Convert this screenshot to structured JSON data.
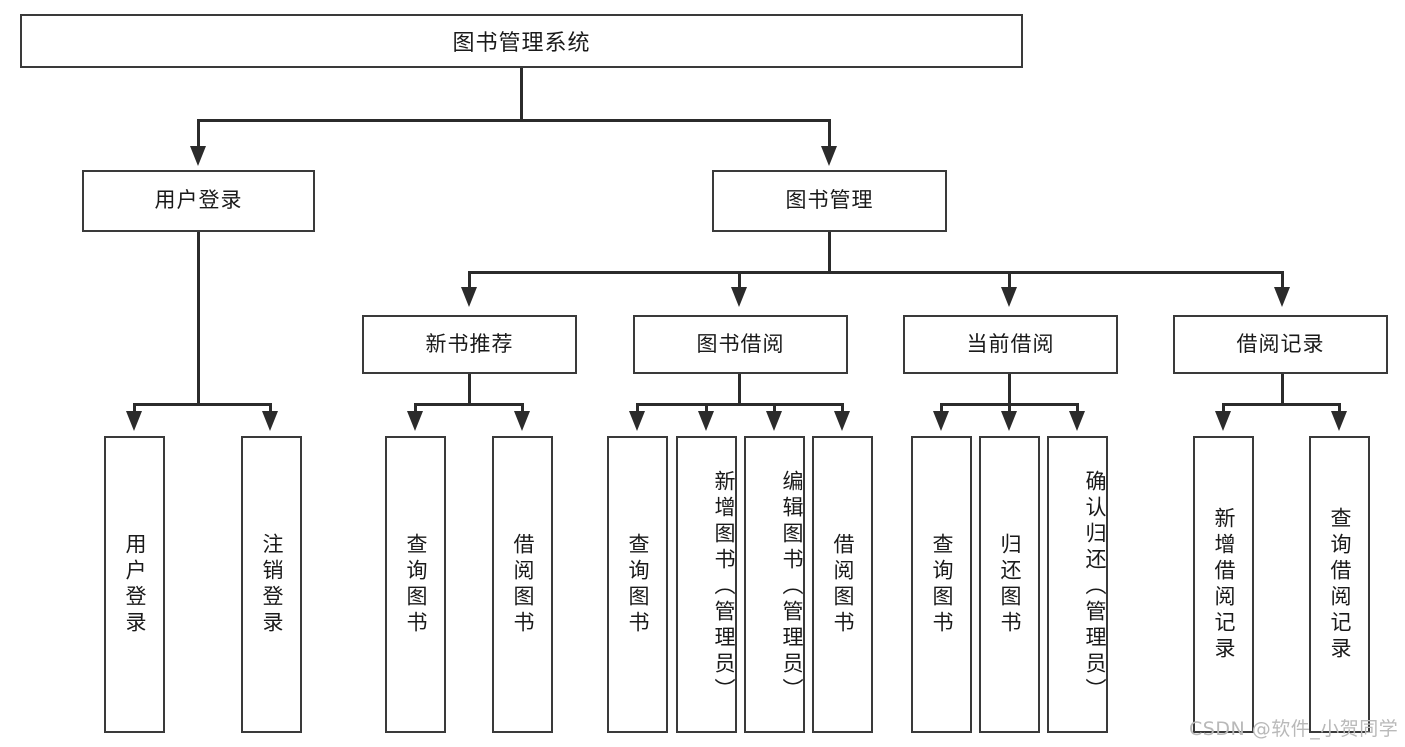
{
  "diagram": {
    "title": "图书管理系统",
    "type": "hierarchy-tree",
    "root": {
      "label": "图书管理系统"
    },
    "level2": [
      {
        "label": "用户登录"
      },
      {
        "label": "图书管理"
      }
    ],
    "level3": [
      {
        "label": "新书推荐"
      },
      {
        "label": "图书借阅"
      },
      {
        "label": "当前借阅"
      },
      {
        "label": "借阅记录"
      }
    ],
    "leaves": {
      "user_login": [
        {
          "label": "用户登录"
        },
        {
          "label": "注销登录"
        }
      ],
      "new_book_recommend": [
        {
          "label": "查询图书"
        },
        {
          "label": "借阅图书"
        }
      ],
      "book_borrow": [
        {
          "label": "查询图书"
        },
        {
          "label": "新增图书（管理员）"
        },
        {
          "label": "编辑图书（管理员）"
        },
        {
          "label": "借阅图书"
        }
      ],
      "current_borrow": [
        {
          "label": "查询图书"
        },
        {
          "label": "归还图书"
        },
        {
          "label": "确认归还（管理员）"
        }
      ],
      "borrow_record": [
        {
          "label": "新增借阅记录"
        },
        {
          "label": "查询借阅记录"
        }
      ]
    }
  },
  "watermark": {
    "text": "CSDN @软件_小贺同学"
  },
  "colors": {
    "box_border": "#3a3a3a",
    "line": "#2b2b2b",
    "text": "#1a1a1a",
    "background": "#ffffff",
    "watermark": "#b9b9b9"
  }
}
